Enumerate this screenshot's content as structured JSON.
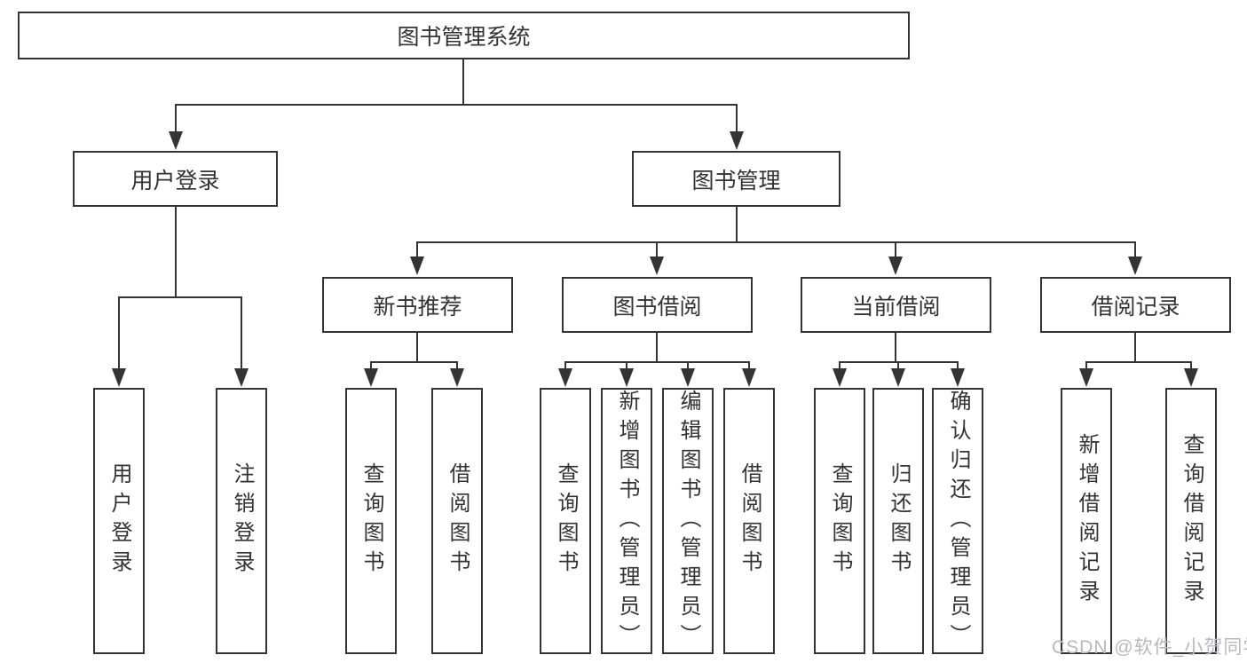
{
  "diagram": {
    "title": "图书管理系统",
    "root": {
      "label": "图书管理系统"
    },
    "branches": [
      {
        "label": "用户登录",
        "children": [
          {
            "label": "用户登录"
          },
          {
            "label": "注销登录"
          }
        ]
      },
      {
        "label": "图书管理",
        "children": [
          {
            "label": "新书推荐",
            "children": [
              {
                "label": "查询图书"
              },
              {
                "label": "借阅图书"
              }
            ]
          },
          {
            "label": "图书借阅",
            "children": [
              {
                "label": "查询图书"
              },
              {
                "label": "新增图书（管理员）"
              },
              {
                "label": "编辑图书（管理员）"
              },
              {
                "label": "借阅图书"
              }
            ]
          },
          {
            "label": "当前借阅",
            "children": [
              {
                "label": "查询图书"
              },
              {
                "label": "归还图书"
              },
              {
                "label": "确认归还（管理员）"
              }
            ]
          },
          {
            "label": "借阅记录",
            "children": [
              {
                "label": "新增借阅记录"
              },
              {
                "label": "查询借阅记录"
              }
            ]
          }
        ]
      }
    ]
  },
  "watermark": {
    "text": "CSDN @软件_小贺同学"
  },
  "colors": {
    "line": "#343434",
    "border": "#343434",
    "text": "#333333",
    "watermark": "#b9b9bd",
    "background": "#ffffff"
  }
}
